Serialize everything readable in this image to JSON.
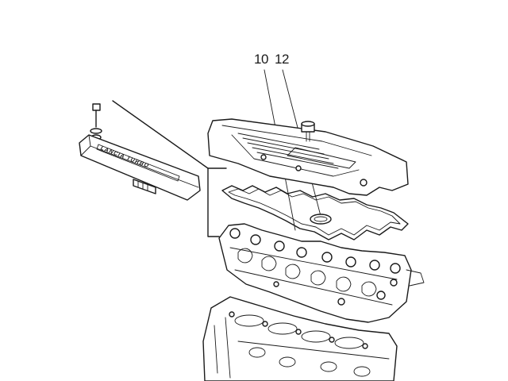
{
  "callouts": [
    {
      "id": "10",
      "label": "10"
    },
    {
      "id": "12",
      "label": "12"
    }
  ],
  "cover_lettering": "LANCIA TURBO",
  "colors": {
    "ink": "#1a1a1a",
    "paper": "#ffffff"
  }
}
